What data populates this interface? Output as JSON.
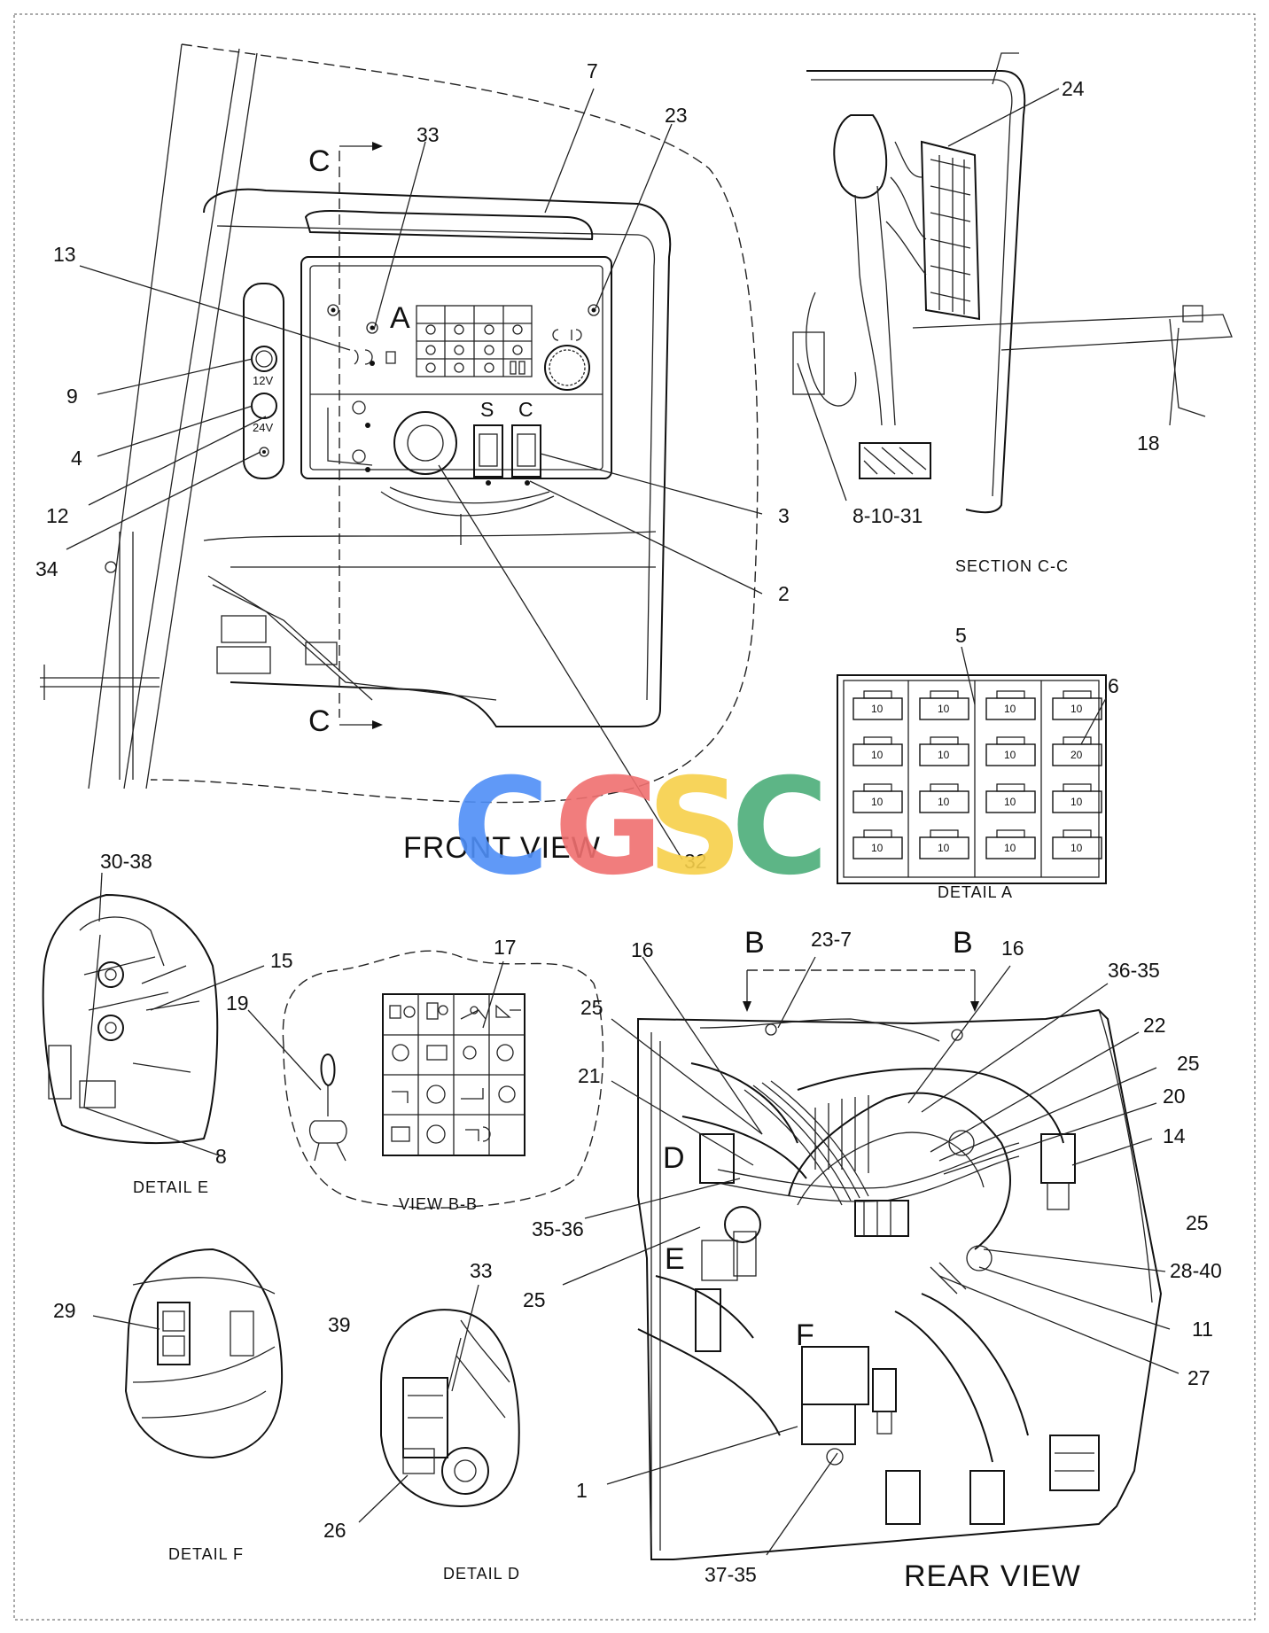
{
  "views": {
    "front": "FRONT VIEW",
    "rear": "REAR VIEW",
    "section_cc": "SECTION C-C",
    "detail_a": "DETAIL A",
    "detail_e": "DETAIL E",
    "detail_f": "DETAIL F",
    "detail_d": "DETAIL D",
    "view_bb": "VIEW B-B"
  },
  "section_marks": {
    "c": "C",
    "b": "B",
    "a": "A",
    "d": "D",
    "e": "E",
    "f": "F"
  },
  "panel": {
    "volt12": "12V",
    "volt24": "24V",
    "switch_s": "S",
    "switch_c": "C"
  },
  "callouts": {
    "c7": "7",
    "c33": "33",
    "c23": "23",
    "c24": "24",
    "c13": "13",
    "c9": "9",
    "c4": "4",
    "c12": "12",
    "c34": "34",
    "c3": "3",
    "c2": "2",
    "c18": "18",
    "c81031": "8-10-31",
    "c5": "5",
    "c6": "6",
    "c32": "32",
    "c3038": "30-38",
    "c15": "15",
    "c8": "8",
    "c19": "19",
    "c17": "17",
    "c237": "23-7",
    "c16a": "16",
    "c16b": "16",
    "c3635": "36-35",
    "c25a": "25",
    "c21": "21",
    "c22": "22",
    "c25b": "25",
    "c20": "20",
    "c14": "14",
    "c3536": "35-36",
    "c25c": "25",
    "c25d": "25",
    "c2840": "28-40",
    "c11": "11",
    "c27": "27",
    "c29": "29",
    "c39": "39",
    "c33d": "33",
    "c26": "26",
    "c1": "1",
    "c3735": "37-35"
  },
  "fuse_ratings": [
    [
      "10",
      "10",
      "10",
      "10"
    ],
    [
      "10",
      "10",
      "10",
      "20"
    ],
    [
      "10",
      "10",
      "10",
      "10"
    ],
    [
      "10",
      "10",
      "10",
      "10"
    ]
  ],
  "watermark": {
    "letters": [
      "C",
      "G",
      "S",
      "C"
    ],
    "colors": [
      "#4f8ff7",
      "#f07070",
      "#f7d04a",
      "#4cae7a"
    ]
  }
}
